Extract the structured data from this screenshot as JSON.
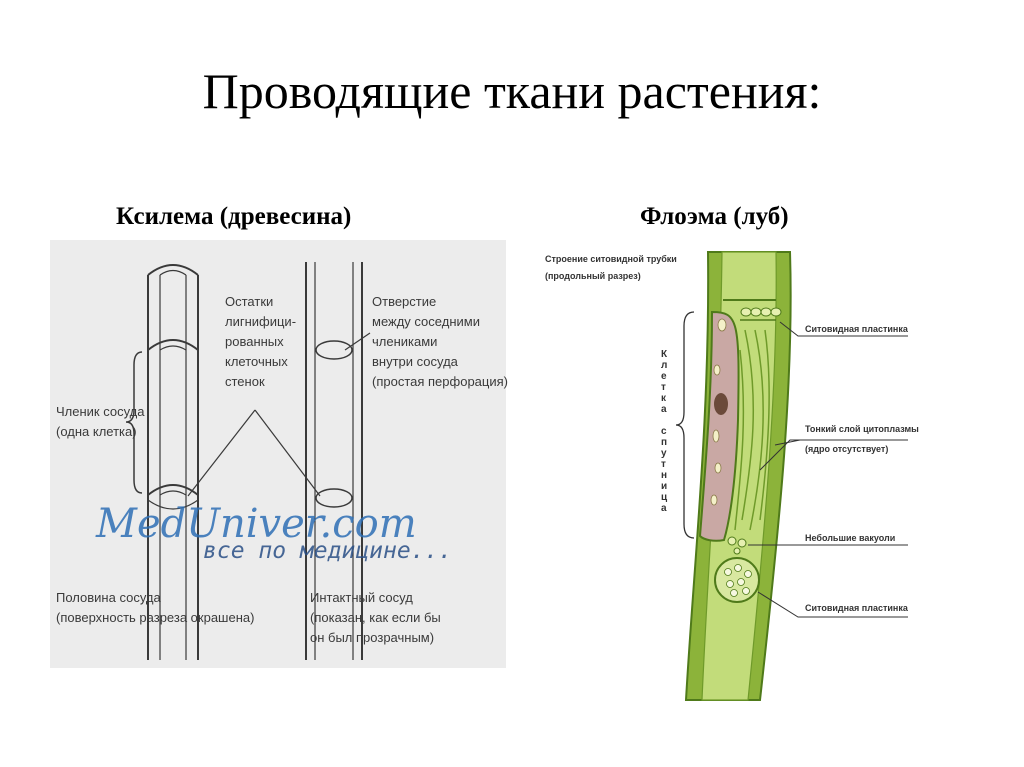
{
  "slide": {
    "title": "Проводящие ткани растения:"
  },
  "xylem": {
    "subtitle": "Ксилема (древесина)",
    "labels": {
      "remnants": [
        "Остатки",
        "лигнифици-",
        "рованных",
        "клеточных",
        "стенок"
      ],
      "opening": [
        "Отверстие",
        "между соседними",
        "члениками",
        "внутри сосуда",
        "(простая перфорация)"
      ],
      "segment": [
        "Членик сосуда",
        "(одна клетка)"
      ],
      "half": [
        "Половина сосуда",
        "(поверхность разреза окрашена)"
      ],
      "intact": [
        "Интактный сосуд",
        "(показан, как если бы",
        "он был прозрачным)"
      ]
    },
    "watermark": {
      "site": "MedUniver.com",
      "tagline": "все по медицине..."
    },
    "colors": {
      "background": "#ececec",
      "lines": "#3a3a3a"
    }
  },
  "phloem": {
    "subtitle": "Флоэма (луб)",
    "caption": [
      "Строение ситовидной трубки",
      "(продольный разрез)"
    ],
    "companion_letters": [
      "К",
      "л",
      "е",
      "т",
      "к",
      "а",
      "",
      "с",
      "п",
      "у",
      "т",
      "н",
      "и",
      "ц",
      "а"
    ],
    "labels": {
      "sieve_plate_top": "Ситовидная пластинка",
      "cytoplasm": [
        "Тонкий слой цитоплазмы",
        "(ядро отсутствует)"
      ],
      "vacuoles": "Небольшие вакуоли",
      "sieve_plate_bottom": "Ситовидная пластинка"
    },
    "colors": {
      "wall": "#8cb33a",
      "wall_light": "#c2dc7a",
      "companion": "#c9a8a4",
      "nucleus": "#6b4a3a"
    }
  }
}
